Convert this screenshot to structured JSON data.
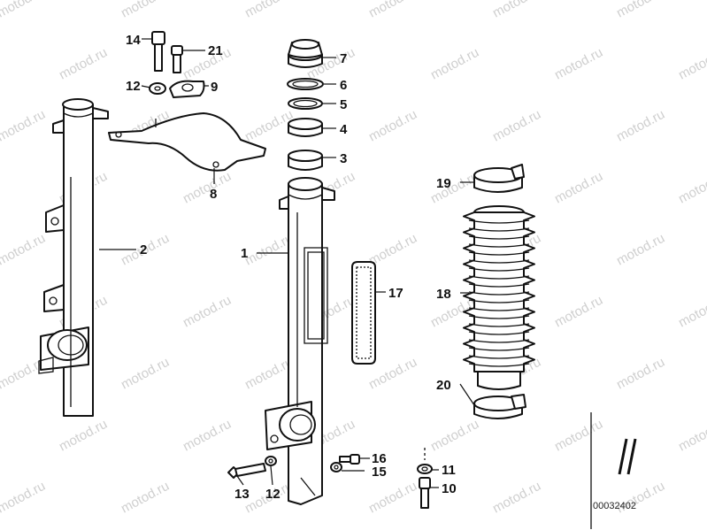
{
  "watermark": "motod.ru",
  "drawing_number": "00032402",
  "callouts": {
    "c1": "1",
    "c2": "2",
    "c3": "3",
    "c4": "4",
    "c5": "5",
    "c6": "6",
    "c7": "7",
    "c8": "8",
    "c9": "9",
    "c10": "10",
    "c11": "11",
    "c12a": "12",
    "c12b": "12",
    "c13": "13",
    "c14": "14",
    "c15": "15",
    "c16": "16",
    "c17": "17",
    "c18": "18",
    "c19": "19",
    "c20": "20",
    "c21": "21"
  }
}
